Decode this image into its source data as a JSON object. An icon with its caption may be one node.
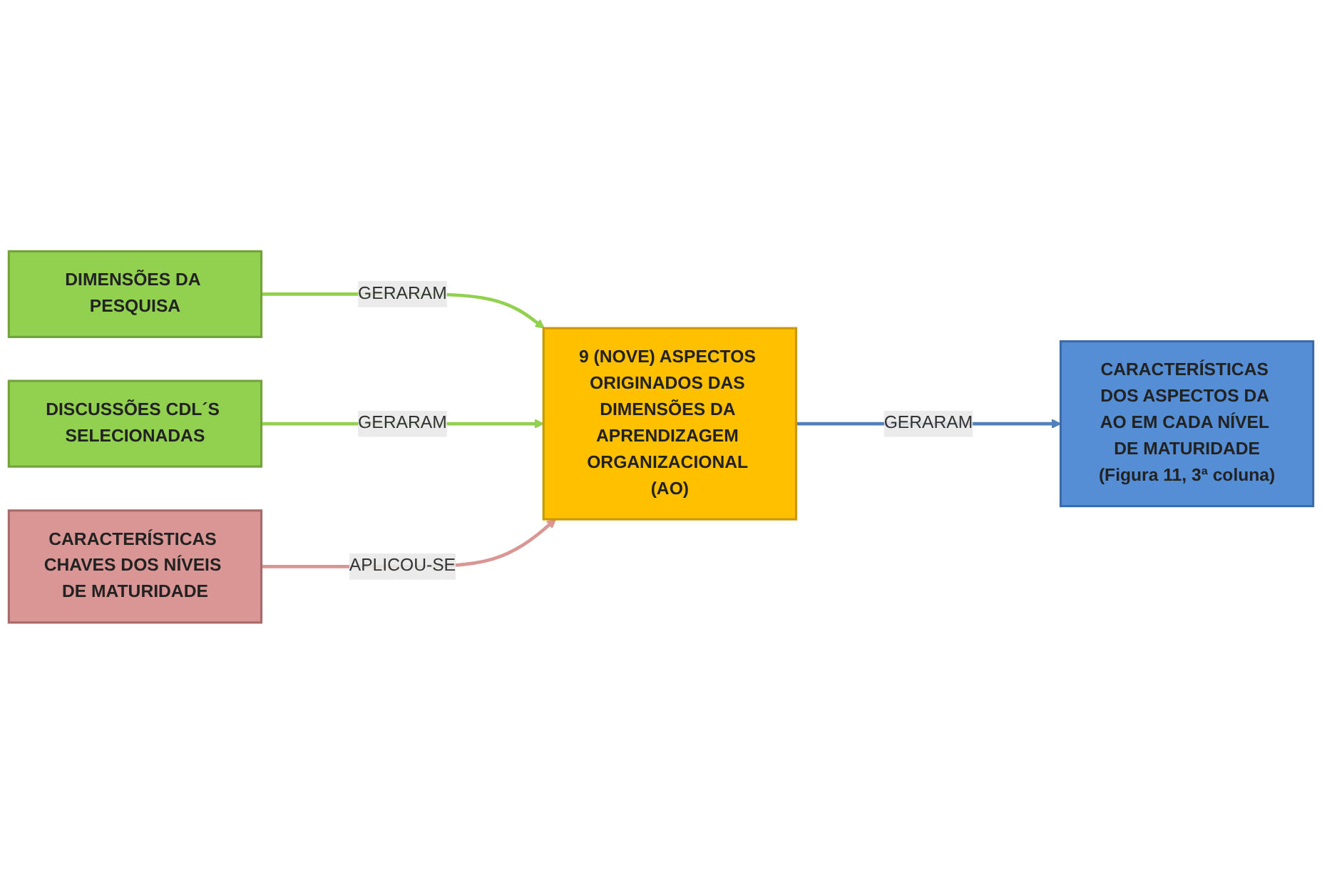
{
  "diagram": {
    "nodes": [
      {
        "text": [
          "DIMENSÕES DA PESQUISA"
        ]
      },
      {
        "text": [
          "DISCUSSÕES CDL´S SELECIONADAS"
        ]
      },
      {
        "text": [
          "9 (NOVE) ASPECTOS ORIGINADOS DAS DIMENSÕES DA APRENDIZAGEM ORGANIZACIONAL (AO)"
        ]
      },
      {
        "text": [
          "CARACTERÍSTICAS DOS ASPECTOS DA AO EM CADA NÍVEL DE MATURIDADE",
          "(Figura 11, 3ª coluna)"
        ]
      },
      {
        "text": [
          "CARACTERÍSTICAS CHAVES DOS NÍVEIS DE MATURIDADE"
        ]
      }
    ],
    "edges": [
      {
        "from": 0,
        "to": 2,
        "arrow": "to",
        "label": "GERARAM"
      },
      {
        "from": 1,
        "to": 2,
        "arrow": "to",
        "label": "GERARAM"
      },
      {
        "from": 2,
        "to": 3,
        "arrow": "to",
        "label": "GERARAM",
        "color": "#4f81bd"
      },
      {
        "from": 4,
        "to": 2,
        "arrow": "to",
        "label": "APLICOU-SE",
        "color": "#d99694"
      }
    ]
  }
}
